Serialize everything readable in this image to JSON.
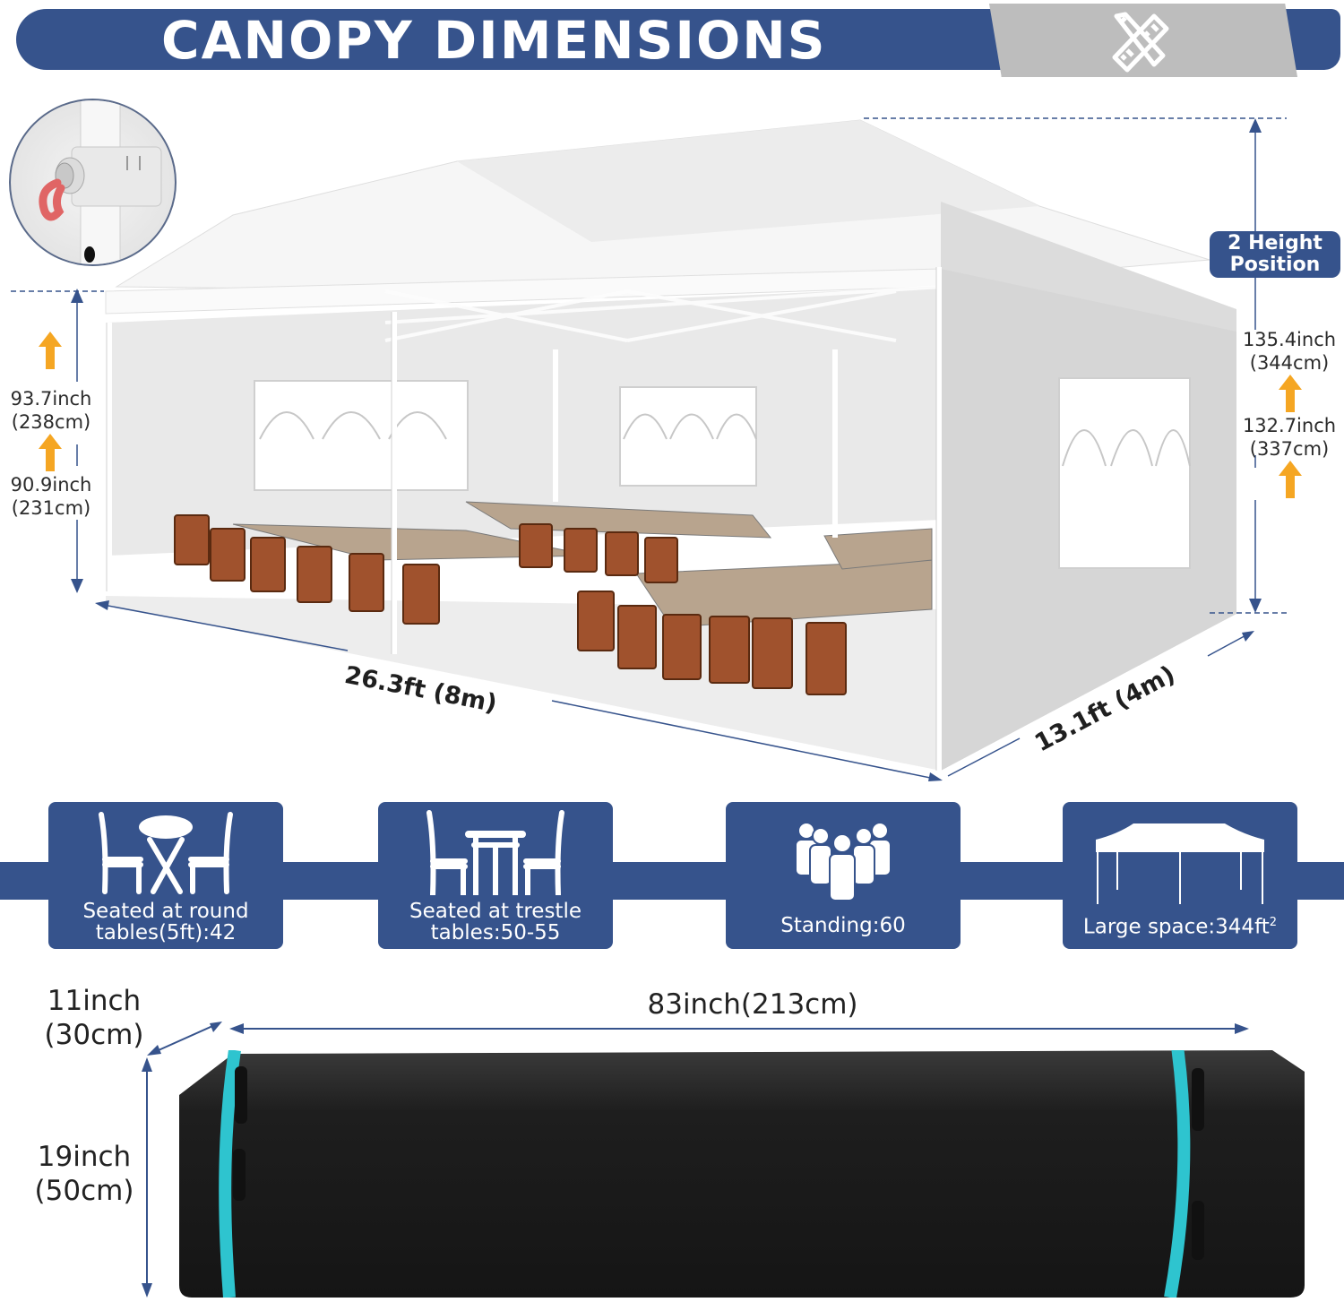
{
  "header": {
    "title": "CANOPY DIMENSIONS",
    "icon": "ruler-pencil-icon",
    "colors": {
      "banner": "#36538c",
      "tab": "#bdbdbd",
      "text": "#ffffff"
    }
  },
  "detail_inset": {
    "icon": "height-adjust-pin-icon",
    "description": "leg height adjustment pin"
  },
  "leg_height": {
    "high": {
      "inch": "93.7inch",
      "cm": "(238cm)"
    },
    "low": {
      "inch": "90.9inch",
      "cm": "(231cm)"
    },
    "arrow_color": "#f5a623"
  },
  "peak_height": {
    "badge_line1": "2 Height",
    "badge_line2": "Position",
    "high": {
      "inch": "135.4inch",
      "cm": "(344cm)"
    },
    "low": {
      "inch": "132.7inch",
      "cm": "(337cm)"
    }
  },
  "footprint": {
    "length": "26.3ft (8m)",
    "width": "13.1ft (4m)"
  },
  "capacity": {
    "cards": [
      {
        "icon": "round-table-chairs-icon",
        "line1": "Seated at round",
        "line2": "tables(5ft):42"
      },
      {
        "icon": "trestle-table-chairs-icon",
        "line1": "Seated at trestle",
        "line2": "tables:50-55"
      },
      {
        "icon": "crowd-people-icon",
        "line1": "Standing:60"
      },
      {
        "icon": "canopy-tent-icon",
        "line1": "Large space:344ft",
        "superscript": "2"
      }
    ]
  },
  "carry_bag": {
    "length": "83inch(213cm)",
    "depth_inch": "11inch",
    "depth_cm": "(30cm)",
    "height_inch": "19inch",
    "height_cm": "(50cm)",
    "colors": {
      "bag": "#1e1e1e",
      "strap": "#2ec4cf"
    }
  }
}
